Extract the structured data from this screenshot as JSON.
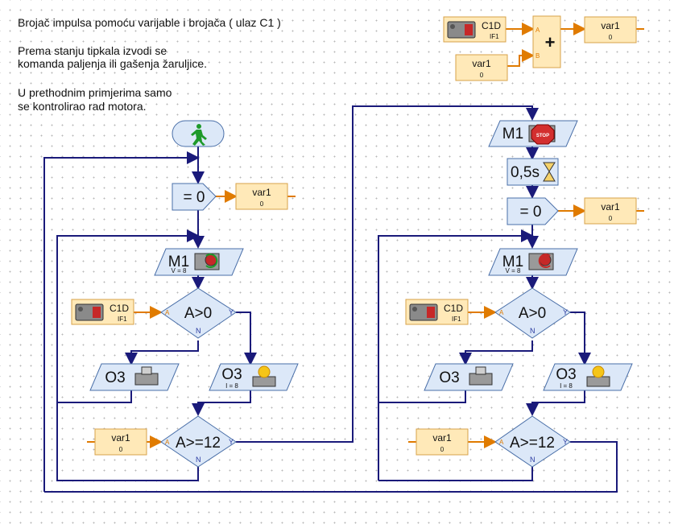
{
  "notes": {
    "line1": "Brojač impulsa pomoću varijable i brojača ( ulaz C1 )",
    "line2": "Prema stanju tipkala izvodi se",
    "line3": "komanda paljenja ili gašenja žarulji­ce.",
    "line4": "U prethodnim primjerima samo",
    "line5": "se kontrolirao rad motora."
  },
  "colors": {
    "flow_line": "#1a1a7a",
    "data_line": "#e07b00",
    "block_fill": "#dce8f8",
    "block_stroke": "#4a6fa8",
    "var_fill": "#ffe9b8",
    "var_stroke": "#d7a24a",
    "start_icon": "#1e9a2a"
  },
  "counter_block": {
    "c1d_label": "C1D",
    "c1d_sub": "IF1",
    "var_label": "var1",
    "var_value": "0",
    "plus": "+",
    "port_a": "A",
    "port_b": "B",
    "out_label": "var1",
    "out_value": "0"
  },
  "left_flow": {
    "assign": "= 0",
    "assign_var": "var1",
    "assign_val": "0",
    "motor": "M1",
    "motor_sub": "V = 8",
    "sensor_label": "C1D",
    "sensor_sub": "IF1",
    "cond1": "A>0",
    "port_a": "A",
    "yes": "Y",
    "no": "N",
    "out_off": "O3",
    "out_on": "O3",
    "out_on_sub": "I = 8",
    "cmp_var": "var1",
    "cmp_val": "0",
    "cond2": "A>=12"
  },
  "right_flow": {
    "motor_stop": "M1",
    "stop_text": "STOP",
    "wait": "0,5s",
    "assign": "= 0",
    "assign_var": "var1",
    "assign_val": "0",
    "motor": "M1",
    "motor_sub": "V = 8",
    "sensor_label": "C1D",
    "sensor_sub": "IF1",
    "cond1": "A>0",
    "port_a": "A",
    "yes": "Y",
    "no": "N",
    "out_off": "O3",
    "out_on": "O3",
    "out_on_sub": "I = 8",
    "cmp_var": "var1",
    "cmp_val": "0",
    "cond2": "A>=12"
  }
}
